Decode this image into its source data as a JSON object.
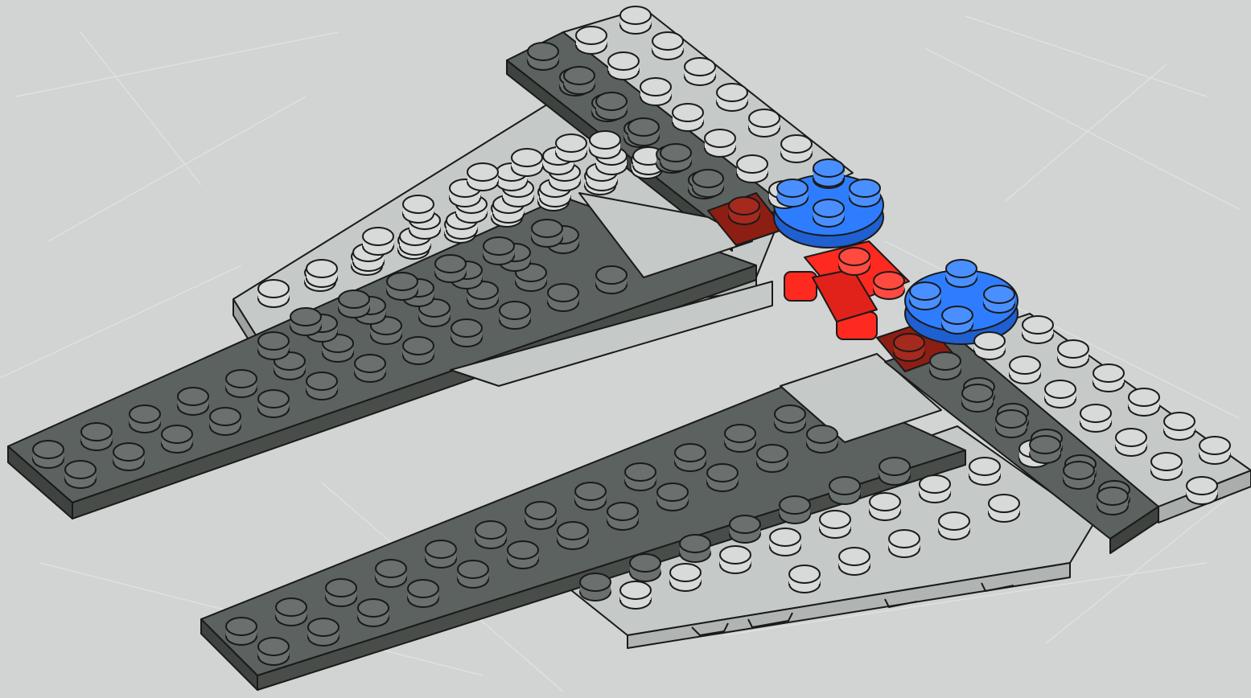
{
  "scene": {
    "description_colors": {
      "background": "#d2d3d3",
      "scratch": "#e8e9e9",
      "dark_gray": "#5c625f",
      "light_gray": "#c5c9c7",
      "dark_red": "#8c1e14",
      "red": "#ff2a1f",
      "blue": "#2f7dff",
      "outline": "#1a1a1a"
    },
    "parts": [
      {
        "name": "top-light-plate",
        "color": "light_gray"
      },
      {
        "name": "top-dark-plate",
        "color": "dark_gray"
      },
      {
        "name": "left-wedge-light-plate",
        "color": "light_gray"
      },
      {
        "name": "left-dark-long-plate",
        "color": "dark_gray"
      },
      {
        "name": "bottom-dark-long-plate",
        "color": "dark_gray"
      },
      {
        "name": "bottom-wedge-light-plate",
        "color": "light_gray"
      },
      {
        "name": "right-dark-plate",
        "color": "dark_gray"
      },
      {
        "name": "right-light-plate",
        "color": "light_gray"
      },
      {
        "name": "red-hinge",
        "color": "red"
      },
      {
        "name": "dark-red-tile-upper",
        "color": "dark_red"
      },
      {
        "name": "dark-red-tile-lower",
        "color": "dark_red"
      },
      {
        "name": "blue-round-plate-upper",
        "color": "blue"
      },
      {
        "name": "blue-round-plate-lower",
        "color": "blue"
      }
    ]
  }
}
